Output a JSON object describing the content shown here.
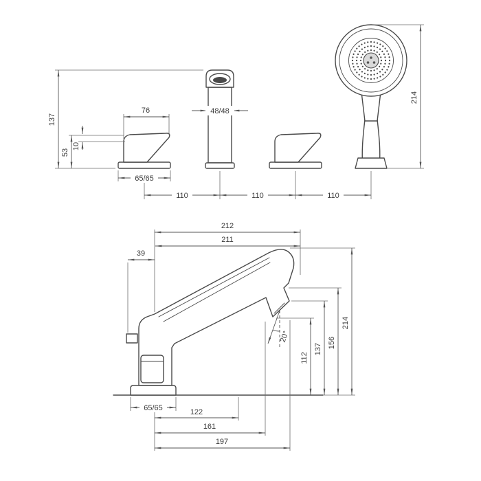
{
  "drawing": {
    "top_view": {
      "dims": {
        "spout_height": "137",
        "handle_width": "76",
        "handle_height": "53",
        "lever_thickness": "10",
        "spout_face": "48/48",
        "handle_base": "65/65",
        "overall_height": "214",
        "pitch_left": "110",
        "pitch_center": "110",
        "pitch_right": "110"
      }
    },
    "side_view": {
      "dims": {
        "depth_overall": "212",
        "depth_spout": "211",
        "rear_offset": "39",
        "height_overall": "214",
        "height_underside": "156",
        "height_aerator": "137",
        "height_outlet": "112",
        "spray_angle": "20°",
        "base_plate": "65/65",
        "reach_inner": "122",
        "reach_mid": "161",
        "reach_outer": "197"
      }
    }
  }
}
